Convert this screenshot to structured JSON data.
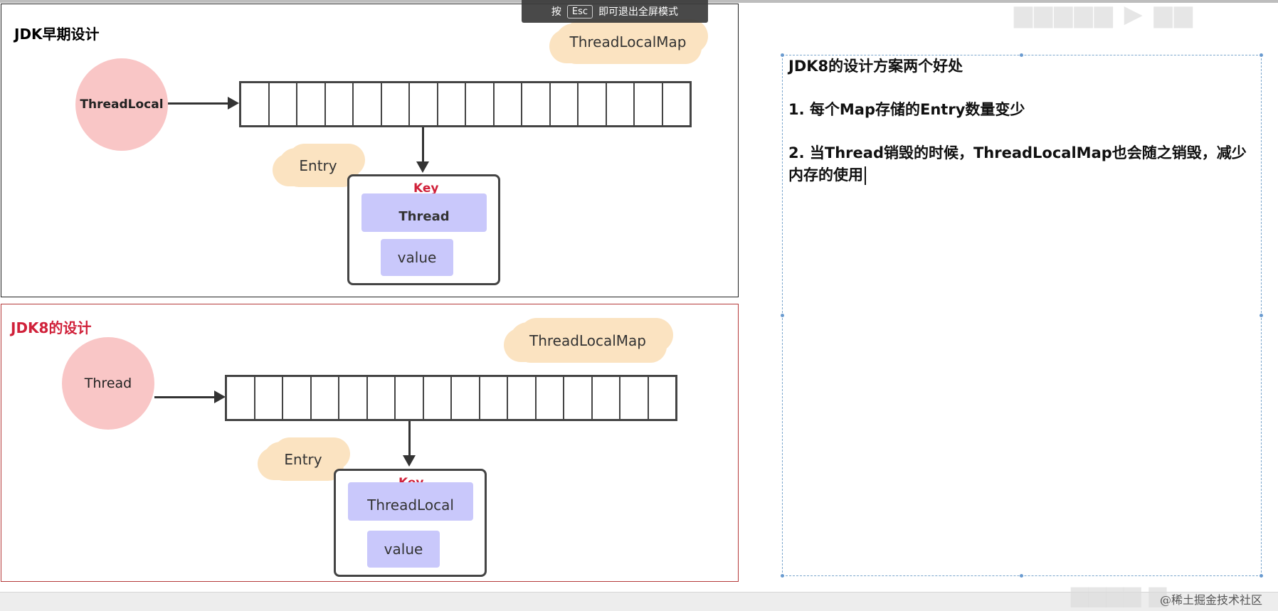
{
  "fullscreen_hint": {
    "prefix": "按",
    "key": "Esc",
    "suffix": "即可退出全屏模式"
  },
  "early_design": {
    "title": "JDK早期设计",
    "source": "ThreadLocal",
    "map_label": "ThreadLocalMap",
    "entry_label": "Entry",
    "key_caption": "Key",
    "key_value": "Thread",
    "value_label": "value",
    "title_color": "#000000"
  },
  "jdk8_design": {
    "title": "JDK8的设计",
    "source": "Thread",
    "map_label": "ThreadLocalMap",
    "entry_label": "Entry",
    "key_caption": "Key",
    "key_value": "ThreadLocal",
    "value_label": "value",
    "title_color": "#d0213a"
  },
  "notes": {
    "heading": "JDK8的设计方案两个好处",
    "point1": "1. 每个Map存储的Entry数量变少",
    "point2": "2. 当Thread销毁的时候，ThreadLocalMap也会随之销毁，减少内存的使用"
  },
  "watermark": {
    "credit": "@稀土掘金技术社区"
  },
  "colors": {
    "circle": "#f9c6c6",
    "cloud": "#fbe3c1",
    "key_box": "#c9c8fb",
    "key_text": "#d0213a"
  }
}
